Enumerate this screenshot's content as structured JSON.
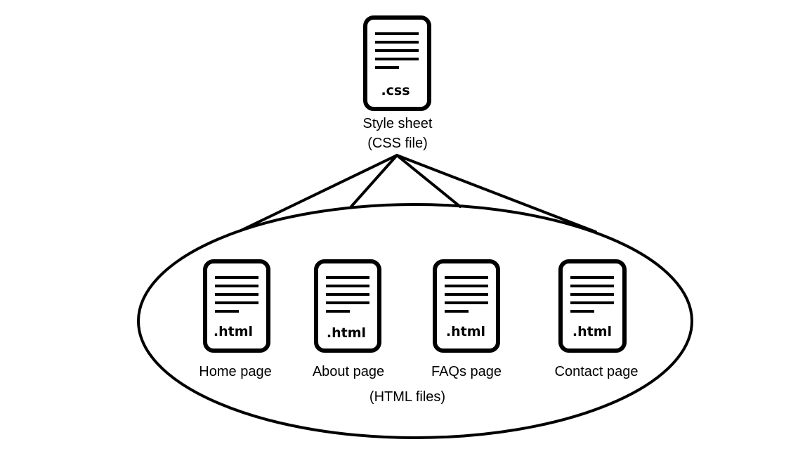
{
  "stylesheet": {
    "extension": ".css",
    "label_line1": "Style sheet",
    "label_line2": "(CSS file)",
    "icon": "document-icon"
  },
  "html_group": {
    "caption": "(HTML files)",
    "files": [
      {
        "extension": ".html",
        "label": "Home page",
        "icon": "document-icon"
      },
      {
        "extension": ".html",
        "label": "About page",
        "icon": "document-icon"
      },
      {
        "extension": ".html",
        "label": "FAQs page",
        "icon": "document-icon"
      },
      {
        "extension": ".html",
        "label": "Contact page",
        "icon": "document-icon"
      }
    ]
  },
  "colors": {
    "stroke": "#000000",
    "background": "#ffffff"
  }
}
